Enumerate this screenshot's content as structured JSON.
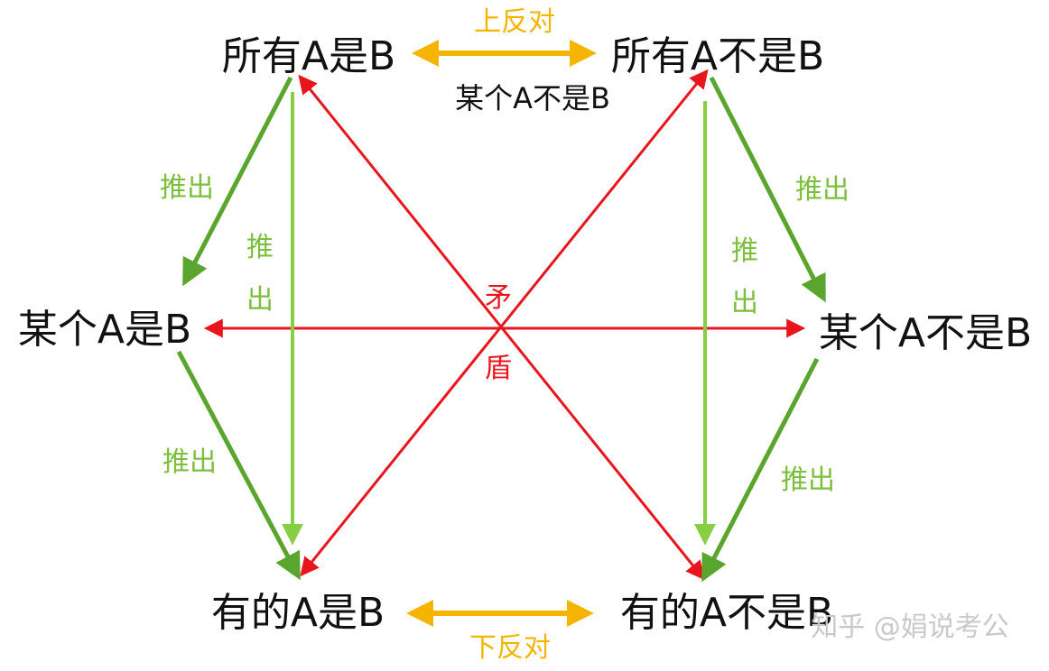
{
  "nodes": {
    "top_left": "所有A是B",
    "top_right": "所有A不是B",
    "top_right_sub": "某个A不是B",
    "mid_left": "某个A是B",
    "mid_right": "某个A不是B",
    "bottom_left": "有的A是B",
    "bottom_right": "有的A不是B"
  },
  "labels": {
    "upper_contrary": "上反对",
    "lower_contrary": "下反对",
    "contradiction_top": "矛",
    "contradiction_bottom": "盾",
    "infer": "推出",
    "infer_char1": "推",
    "infer_char2": "出"
  },
  "watermark": "知乎 @娟说考公",
  "colors": {
    "green_dark": "#5aa52e",
    "green_light": "#86cf43",
    "red": "#e8161c",
    "orange": "#f5b400",
    "text": "#111111"
  }
}
